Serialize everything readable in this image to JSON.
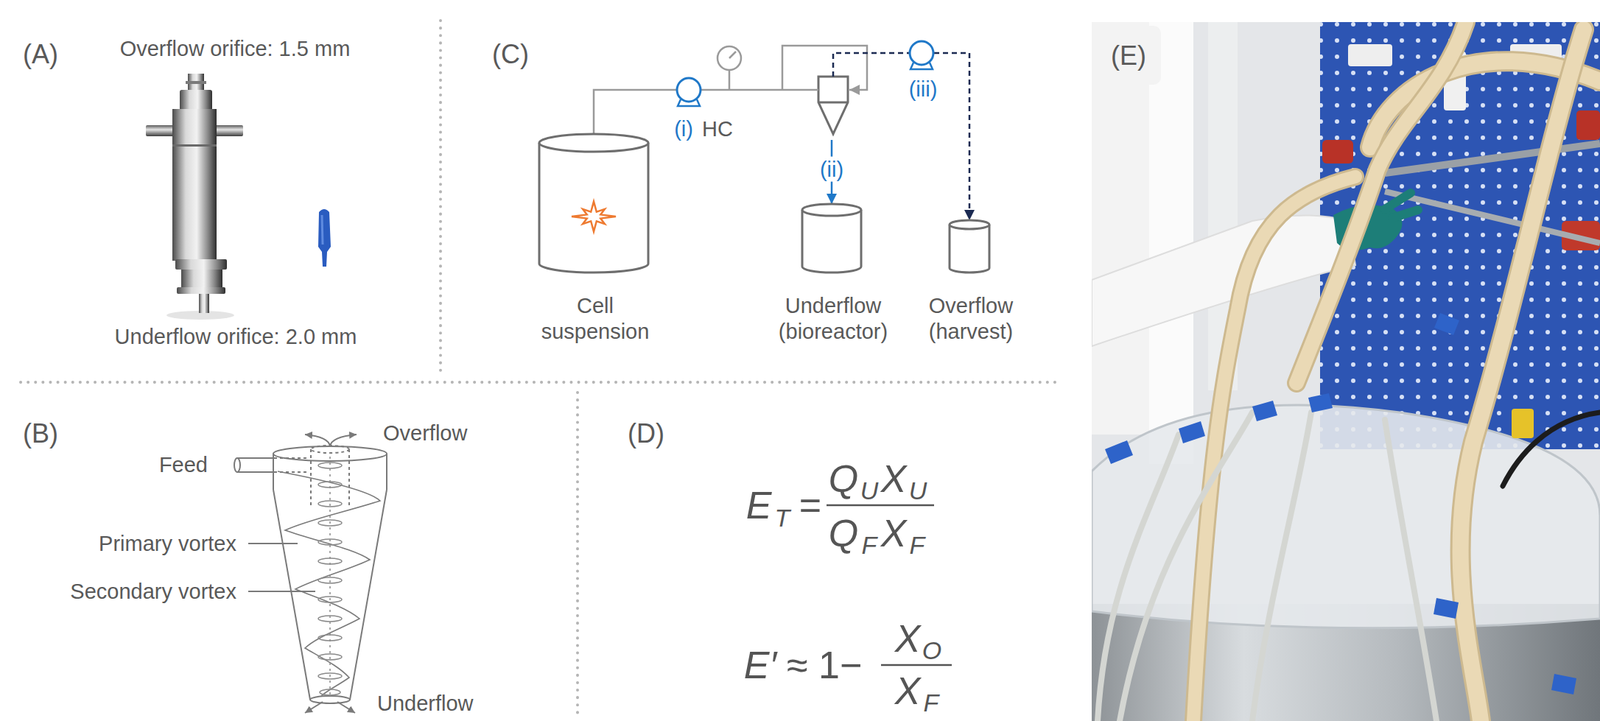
{
  "diagram": {
    "nodes": [
      {
        "text": [
          "Cell suspension"
        ]
      },
      {
        "text": [
          "(i)",
          "HC"
        ]
      },
      {
        "text": [
          "(iii)"
        ]
      },
      {
        "text": [
          "Underflow (bioreactor)"
        ]
      },
      {
        "text": [
          "Overflow (harvest)"
        ]
      }
    ],
    "edges": [
      {
        "from": 0,
        "to": 1,
        "arrow": "none"
      },
      {
        "from": 1,
        "to": 3,
        "arrow": "to",
        "label": "(ii)"
      },
      {
        "from": 2,
        "to": 4,
        "arrow": "to"
      }
    ],
    "labels": [
      "(A)",
      "Overflow orifice: 1.5 mm",
      "Underflow orifice: 2.0 mm",
      "(B)",
      "Feed",
      "Overflow",
      "Primary vortex",
      "Secondary vortex",
      "Underflow",
      "(C)",
      "(D)",
      "E",
      "T",
      "=",
      "Q",
      "U",
      "X",
      "U",
      "Q",
      "F",
      "X",
      "F",
      "E′",
      "≈ 1−",
      "X",
      "O",
      "X",
      "F",
      "(E)"
    ]
  }
}
